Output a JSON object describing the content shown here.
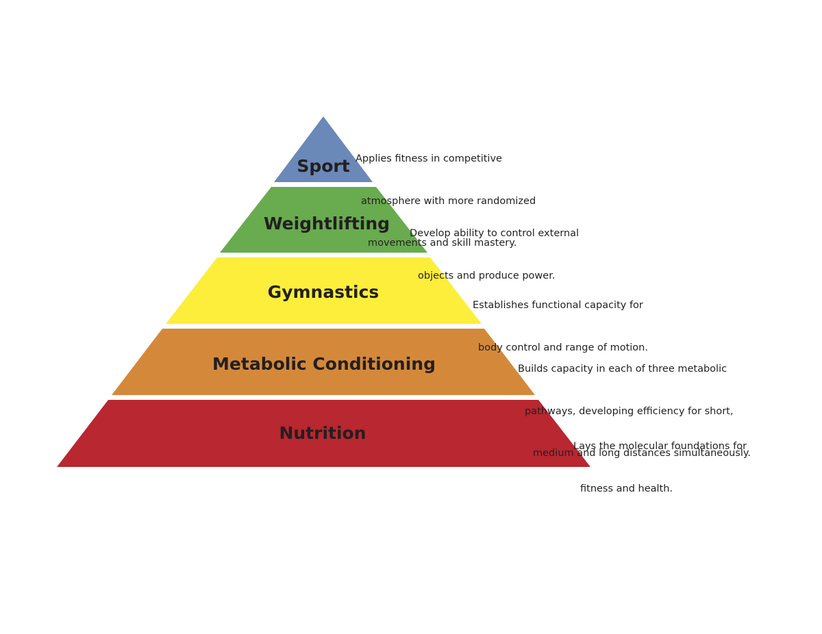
{
  "layers": [
    {
      "label": "Sport",
      "color": "#6a89b8",
      "description": [
        "Applies fitness in competitive",
        "atmosphere with more randomized",
        "movements and skill mastery."
      ]
    },
    {
      "label": "Weightlifting",
      "color": "#69ab4f",
      "description": [
        "Develop ability to control external",
        "objects and produce power."
      ]
    },
    {
      "label": "Gymnastics",
      "color": "#fcee3a",
      "description": [
        "Establishes functional capacity for",
        "body control and range of motion."
      ]
    },
    {
      "label": "Metabolic Conditioning",
      "color": "#d4893a",
      "description": [
        "Builds capacity in each of three metabolic",
        "pathways, developing efficiency for short,",
        "medium and long distances simultaneously."
      ]
    },
    {
      "label": "Nutrition",
      "color": "#b92730",
      "description": [
        "Lays the molecular foundations for",
        "fitness and health."
      ]
    }
  ]
}
